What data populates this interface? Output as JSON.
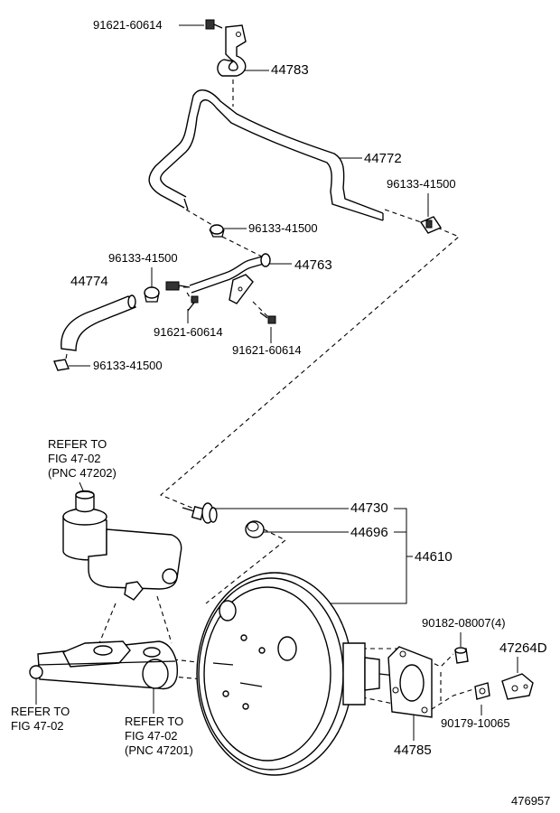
{
  "labels": {
    "bolt_top": "91621-60614",
    "bracket_44783": "44783",
    "hose_44772": "44772",
    "clip_right": "96133-41500",
    "clip_mid": "96133-41500",
    "pipe_44763": "44763",
    "clip_left": "96133-41500",
    "hose_44774": "44774",
    "bolt_left": "91621-60614",
    "bolt_right": "91621-60614",
    "clip_bottom": "96133-41500",
    "refer_reservoir": [
      "REFER TO",
      "FIG 47-02",
      "(PNC 47202)"
    ],
    "valve_44730": "44730",
    "grommet_44696": "44696",
    "assy_44610": "44610",
    "nut_90182": "90182-08007(4)",
    "part_47264D": "47264D",
    "refer_left": [
      "REFER TO",
      "FIG 47-02"
    ],
    "refer_cylinder": [
      "REFER TO",
      "FIG 47-02",
      "(PNC 47201)"
    ],
    "gasket_44785": "44785",
    "nut_90179": "90179-10065",
    "diagram_id": "476957"
  }
}
